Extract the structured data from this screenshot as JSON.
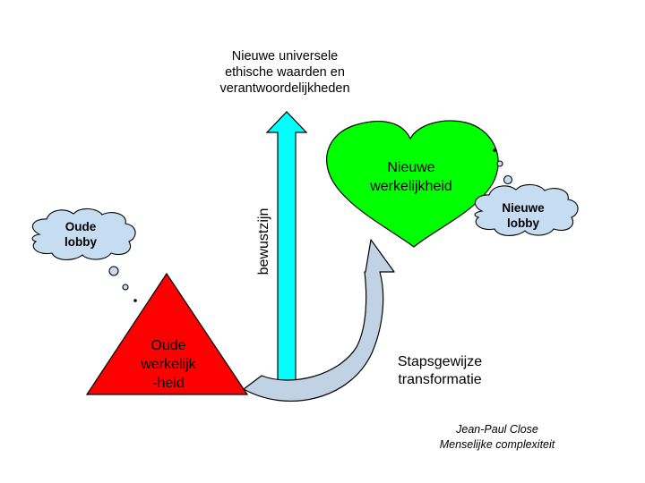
{
  "colors": {
    "triangle_fill": "#ff0000",
    "heart_fill": "#00ff00",
    "consciousness_arrow_fill": "#00ffff",
    "curved_arrow_fill": "#c0d2e4",
    "cloud_fill": "#c6dcf0",
    "outline": "#000000"
  },
  "top_caption": [
    "Nieuwe universele",
    "ethische waarden en",
    "verantwoordelijkheden"
  ],
  "consciousness_arrow": {
    "label": "bewustzijn",
    "icon": "up-arrow"
  },
  "old_reality": {
    "shape": "triangle",
    "lines": [
      "Oude",
      "werkelijk",
      "-heid"
    ]
  },
  "new_reality": {
    "shape": "heart",
    "lines": [
      "Nieuwe",
      "werkelijkheid"
    ]
  },
  "old_lobby": {
    "shape": "thought-cloud",
    "lines": [
      "Oude",
      "lobby"
    ]
  },
  "new_lobby": {
    "shape": "thought-cloud",
    "lines": [
      "Nieuwe",
      "lobby"
    ]
  },
  "transformation": {
    "icon": "curved-arrow",
    "lines": [
      "Stapsgewijze",
      "transformatie"
    ]
  },
  "credit": [
    "Jean-Paul Close",
    "Menselijke complexiteit"
  ]
}
